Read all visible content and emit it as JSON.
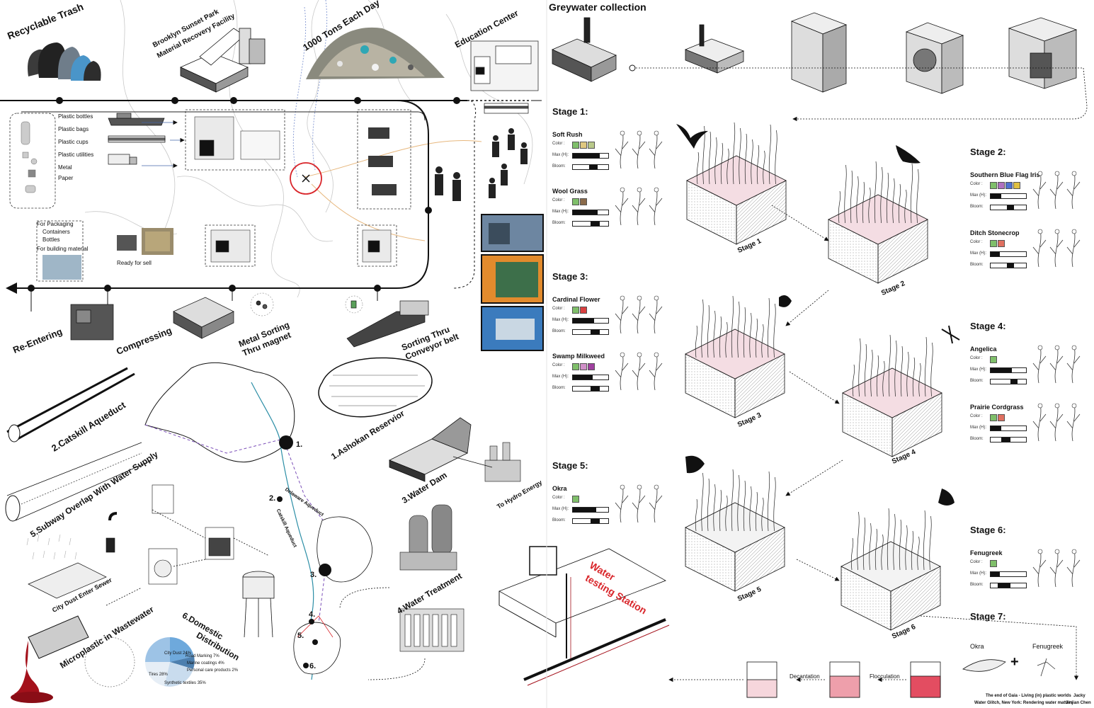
{
  "recycling": {
    "recyclable_trash": "Recyclable Trash",
    "facility": [
      "Brooklyn Sunset Park",
      "Material Recovery Facility"
    ],
    "tons": "1000 Tons Each Day",
    "education_center": "Education Center",
    "materials": [
      "Plastic bottles",
      "Plastic bags",
      "Plastic cups",
      "Plastic utilities",
      "Metal",
      "Paper"
    ],
    "uses": [
      "For Packaging",
      "Containers",
      "Bottles",
      "For building material"
    ],
    "ready_for_sell": "Ready for sell",
    "steps": [
      "Re-Entering",
      "Compressing",
      "Metal Sorting\nThru magnet",
      "Sorting Thru\nConveyor belt"
    ]
  },
  "water_supply": {
    "catskill": "2.Catskill Aqueduct",
    "ashokan": "1.Ashokan Reservior",
    "subway": "5.Subway Overlap With Water Supply",
    "dam": "3.Water Dam",
    "hydro": "To Hydro Energy",
    "treatment": "4.Water Treatment",
    "domestic": [
      "6.Domestic",
      "Distribution"
    ],
    "testing": [
      "Water",
      "testing Station"
    ],
    "city_dust": "City Dust Enter Sewer",
    "microplastic": "Microplastic in Wastewater",
    "map_points": [
      "1.",
      "2.",
      "3.",
      "4.",
      "5.",
      "6."
    ],
    "delaware": "Delaware Aqueduct",
    "catskill_line": "Catskill Aqueduct",
    "pie_labels": [
      "City Dust 24%",
      "Road Marking 7%",
      "Marine coatings 4%",
      "Personal care products 2%",
      "Synthetic textiles 35%",
      "Tires 28%"
    ]
  },
  "greywater": {
    "title": "Greywater collection",
    "attr_labels": [
      "Color :",
      "Max (H):",
      "Bloom:"
    ],
    "stages_left": [
      {
        "label": "Stage 1:",
        "plants": [
          {
            "name": "Soft Rush",
            "colors": [
              "#7fbf6a",
              "#e0c880",
              "#b9c98a"
            ],
            "height": 0.75,
            "bloom": [
              0.45,
              0.7
            ]
          },
          {
            "name": "Wool Grass",
            "colors": [
              "#7fbf6a",
              "#8a6a4a"
            ],
            "height": 0.7,
            "bloom": [
              0.5,
              0.75
            ]
          }
        ]
      },
      {
        "label": "Stage 3:",
        "plants": [
          {
            "name": "Cardinal Flower",
            "colors": [
              "#7fbf6a",
              "#d94040"
            ],
            "height": 0.6,
            "bloom": [
              0.5,
              0.75
            ]
          },
          {
            "name": "Swamp Milkweed",
            "colors": [
              "#7fbf6a",
              "#d090c8",
              "#a040a0"
            ],
            "height": 0.55,
            "bloom": [
              0.5,
              0.75
            ]
          }
        ]
      },
      {
        "label": "Stage 5:",
        "plants": [
          {
            "name": "Okra",
            "colors": [
              "#7fbf6a"
            ],
            "height": 0.65,
            "bloom": [
              0.5,
              0.75
            ]
          }
        ]
      }
    ],
    "stages_right": [
      {
        "label": "Stage 2:",
        "plants": [
          {
            "name": "Southern Blue Flag Iris",
            "colors": [
              "#7fbf6a",
              "#b070c0",
              "#5070d0",
              "#e0c040"
            ],
            "height": 0.3,
            "bloom": [
              0.45,
              0.65
            ]
          },
          {
            "name": "Ditch Stonecrop",
            "colors": [
              "#7fbf6a",
              "#e07060"
            ],
            "height": 0.25,
            "bloom": [
              0.45,
              0.65
            ]
          }
        ]
      },
      {
        "label": "Stage 4:",
        "plants": [
          {
            "name": "Angelica",
            "colors": [
              "#7fbf6a"
            ],
            "height": 0.6,
            "bloom": [
              0.55,
              0.75
            ]
          },
          {
            "name": "Prairie Cordgrass",
            "colors": [
              "#7fbf6a",
              "#e07060"
            ],
            "height": 0.3,
            "bloom": [
              0.3,
              0.55
            ]
          }
        ]
      },
      {
        "label": "Stage 6:",
        "plants": [
          {
            "name": "Fenugreek",
            "colors": [
              "#7fbf6a"
            ],
            "height": 0.25,
            "bloom": [
              0.2,
              0.55
            ]
          }
        ]
      }
    ],
    "iso_stages": [
      "Stage 1",
      "Stage 2",
      "Stage 3",
      "Stage 4",
      "Stage 5",
      "Stage 6"
    ],
    "stage7": "Stage 7:",
    "stage7_okra": "Okra",
    "stage7_fenugreek": "Fenugreek",
    "plus": "+",
    "decantation": "Decantation",
    "flocculation": "Flocculation",
    "credit_lines": [
      "The end of Gaia - Living (in) plastic worlds",
      "Water Glitch, New York: Rendering water matters"
    ],
    "authors": [
      "Jacky",
      "Jinjian Chen"
    ]
  },
  "colors": {
    "accent_red": "#d9262b",
    "pink": "#e7aebd"
  }
}
